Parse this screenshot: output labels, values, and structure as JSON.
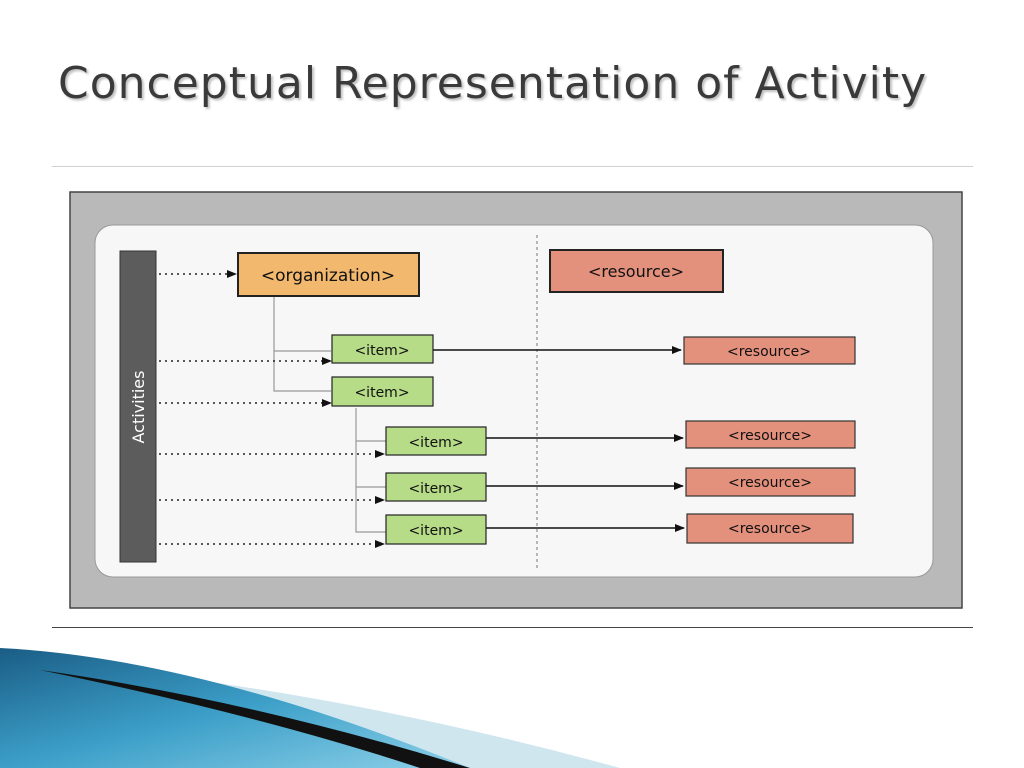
{
  "slide": {
    "title": "Conceptual Representation of Activity"
  },
  "diagram": {
    "activities_label": "Activities",
    "organization_label": "<organization>",
    "resource_header_label": "<resource>",
    "items": [
      {
        "label": "<item>",
        "resource": "<resource>"
      },
      {
        "label": "<item>",
        "resource": ""
      },
      {
        "label": "<item>",
        "resource": "<resource>"
      },
      {
        "label": "<item>",
        "resource": "<resource>"
      },
      {
        "label": "<item>",
        "resource": "<resource>"
      }
    ],
    "colors": {
      "organization_fill": "#f2b86e",
      "item_fill": "#b7dc88",
      "resource_fill": "#e3907c",
      "activities_bar": "#5c5c5c",
      "outer_frame": "#b9b9b9",
      "inner_panel": "#f7f7f7"
    }
  }
}
